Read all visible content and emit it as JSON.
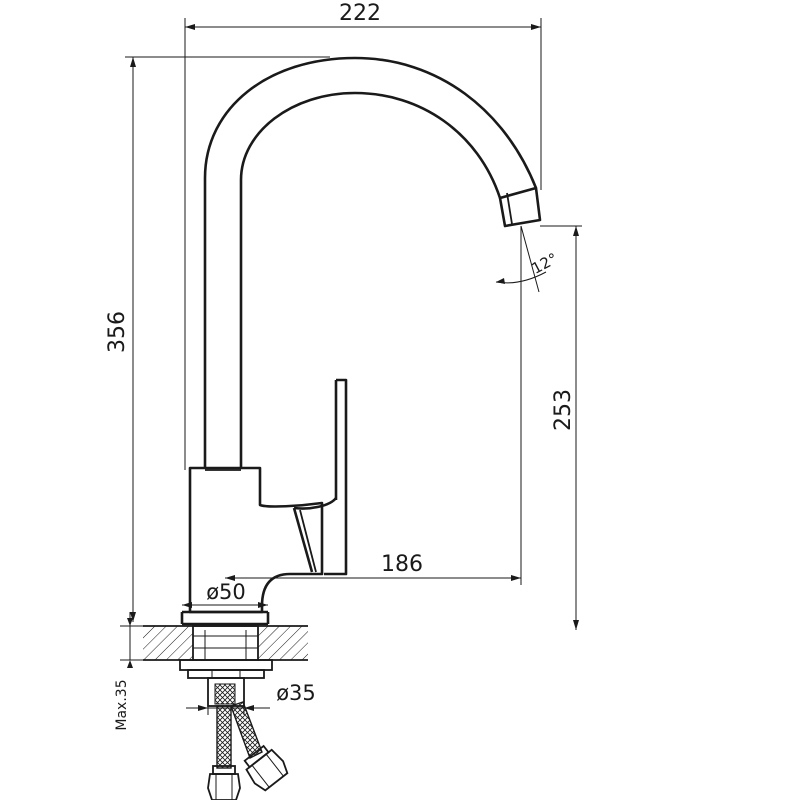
{
  "dimensions": {
    "overall_width": "222",
    "overall_height": "356",
    "spout_height": "253",
    "spout_reach": "186",
    "base_diameter": "ø50",
    "thread_diameter": "ø35",
    "max_counter_thickness": "Max.35",
    "spout_angle": "12°"
  }
}
